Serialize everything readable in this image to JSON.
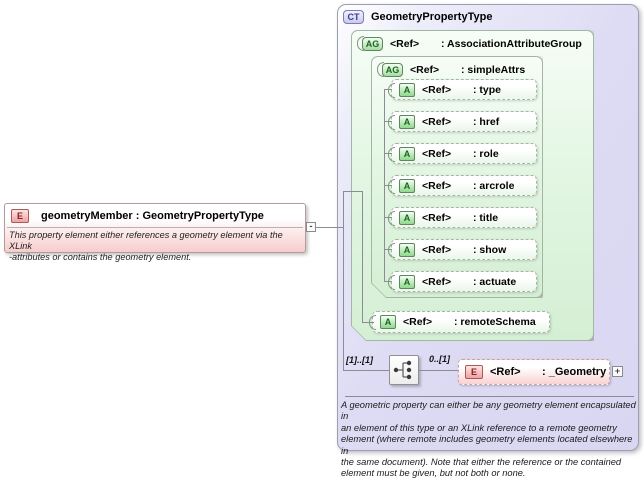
{
  "element": {
    "badge": "E",
    "title": "geometryMember : GeometryPropertyType",
    "annotation_lines": [
      "This property element either references a geometry element via the XLink",
      "-attributes or contains the geometry element."
    ],
    "collapse_symbol": "-"
  },
  "ct": {
    "badge": "CT",
    "title": "GeometryPropertyType",
    "attr_group": {
      "badge": "AG",
      "ref": "<Ref>",
      "label": ": AssociationAttributeGroup",
      "simple_attrs": {
        "badge": "AG",
        "ref": "<Ref>",
        "label": ": simpleAttrs",
        "attributes": [
          {
            "badge": "A",
            "ref": "<Ref>",
            "label": ": type"
          },
          {
            "badge": "A",
            "ref": "<Ref>",
            "label": ": href"
          },
          {
            "badge": "A",
            "ref": "<Ref>",
            "label": ": role"
          },
          {
            "badge": "A",
            "ref": "<Ref>",
            "label": ": arcrole"
          },
          {
            "badge": "A",
            "ref": "<Ref>",
            "label": ": title"
          },
          {
            "badge": "A",
            "ref": "<Ref>",
            "label": ": show"
          },
          {
            "badge": "A",
            "ref": "<Ref>",
            "label": ": actuate"
          }
        ]
      },
      "remote_schema": {
        "badge": "A",
        "ref": "<Ref>",
        "label": ": remoteSchema"
      }
    },
    "content": {
      "left_cardinality": "[1]..[1]",
      "right_cardinality": "0..[1]",
      "compositor_icon": "sequence-choice-icon",
      "geometry_element": {
        "badge": "E",
        "ref": "<Ref>",
        "label": ": _Geometry"
      },
      "expand_symbol": "+"
    },
    "annotation_lines": [
      "A geometric property can either be any geometry element encapsulated in",
      "an element of this type or an XLink reference to a remote geometry",
      "element (where remote includes geometry elements located elsewhere in",
      "the same document). Note that either the reference or the contained",
      "element must be given, but not both or none."
    ]
  },
  "colors": {
    "element_pink": "#f5baba",
    "attribute_green": "#8fd88f",
    "complex_type_lavender": "#dedcf4",
    "connector_gray": "#8c8c94"
  }
}
